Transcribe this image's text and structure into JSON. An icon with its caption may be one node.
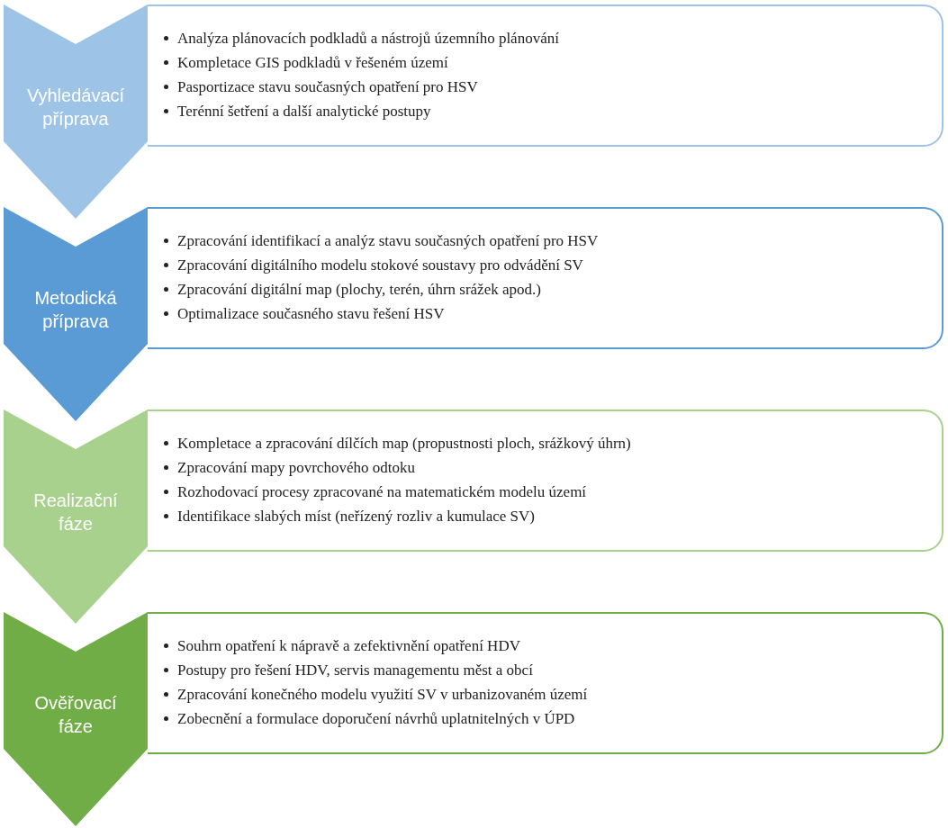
{
  "diagram": {
    "nodes": [
      {
        "text": [
          "Vyhledávací příprava"
        ]
      },
      {
        "text": [
          "Analýza plánovacích podkladů a nástrojů územního plánování",
          "Kompletace GIS podkladů v řešeném území",
          "Pasportizace stavu současných opatření pro HSV",
          "Terénní šetření a další analytické postupy"
        ]
      },
      {
        "text": [
          "Metodická příprava"
        ]
      },
      {
        "text": [
          "Zpracování identifikací a analýz stavu současných opatření pro HSV",
          "Zpracování digitálního modelu stokové soustavy pro odvádění SV",
          "Zpracování digitální map (plochy, terén, úhrn srážek apod.)",
          "Optimalizace současného stavu řešení HSV"
        ]
      },
      {
        "text": [
          "Realizační fáze"
        ]
      },
      {
        "text": [
          "Kompletace a zpracování dílčích map (propustnosti ploch, srážkový úhrn)",
          "Zpracování mapy povrchového odtoku",
          "Rozhodovací procesy zpracované na matematickém modelu území",
          "Identifikace slabých míst (neřízený rozliv a kumulace SV)"
        ]
      },
      {
        "text": [
          "Ověřovací fáze"
        ]
      },
      {
        "text": [
          "Souhrn opatření k nápravě a zefektivnění opatření HDV",
          "Postupy pro řešení HDV, servis managementu měst a obcí",
          "Zpracování konečného modelu využití SV v urbanizovaném území",
          "Zobecnění a formulace doporučení návrhů uplatnitelných v ÚPD"
        ]
      }
    ]
  }
}
